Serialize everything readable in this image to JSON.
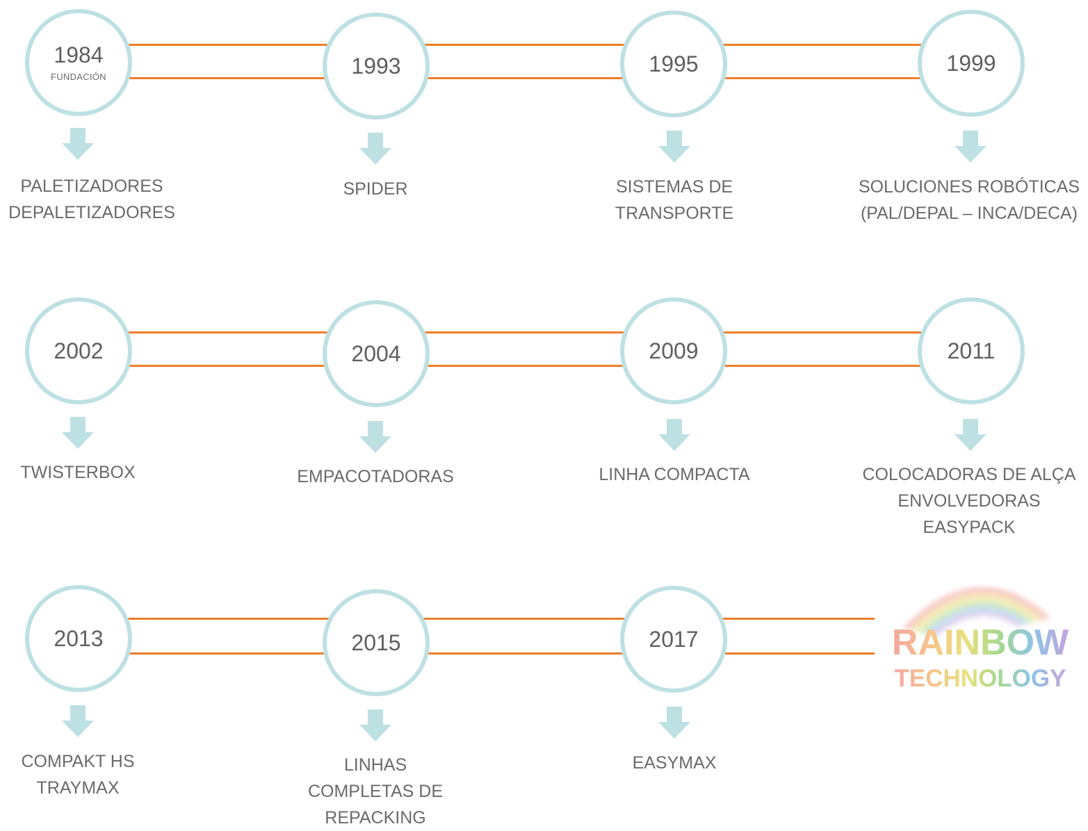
{
  "colors": {
    "line": "#ee7e2b",
    "circle_border": "#bde0e3",
    "arrow": "#bde0e3",
    "text": "#6a6a6a"
  },
  "milestones": [
    {
      "year": "1984",
      "sub": "FUNDACIÓN",
      "label": [
        "PALETIZADORES",
        "DEPALETIZADORES"
      ]
    },
    {
      "year": "1993",
      "label": [
        "SPIDER"
      ]
    },
    {
      "year": "1995",
      "label": [
        "SISTEMAS DE",
        "TRANSPORTE"
      ]
    },
    {
      "year": "1999",
      "label": [
        "SOLUCIONES ROBÓTICAS",
        "(PAL/DEPAL – INCA/DECA)"
      ]
    },
    {
      "year": "2002",
      "label": [
        "TWISTERBOX"
      ]
    },
    {
      "year": "2004",
      "label": [
        "EMPACOTADORAS"
      ]
    },
    {
      "year": "2009",
      "label": [
        "LINHA COMPACTA"
      ]
    },
    {
      "year": "2011",
      "label": [
        "COLOCADORAS DE ALÇA",
        "ENVOLVEDORAS",
        "EASYPACK"
      ]
    },
    {
      "year": "2013",
      "label": [
        "COMPAKT HS",
        "TRAYMAX"
      ]
    },
    {
      "year": "2015",
      "label": [
        "LINHAS",
        "COMPLETAS DE",
        "REPACKING"
      ]
    },
    {
      "year": "2017",
      "label": [
        "EASYMAX"
      ]
    }
  ],
  "logo": {
    "line1": "RAINBOW",
    "line2": "TECHNOLOGY"
  }
}
